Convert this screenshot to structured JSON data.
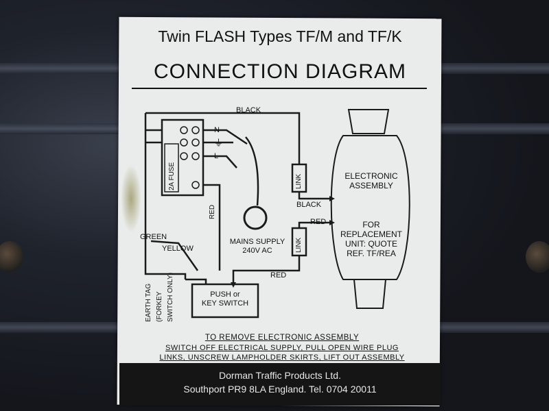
{
  "sheet": {
    "title": "Twin FLASH Types TF/M and TF/K",
    "heading": "CONNECTION DIAGRAM"
  },
  "diagram": {
    "terminals": {
      "n": "N",
      "earth": "⏚",
      "l": "L"
    },
    "fuse": "2A FUSE",
    "wires": {
      "black_top": "BLACK",
      "black_mid": "BLACK",
      "red_left": "RED",
      "red_mid": "RED",
      "red_bottom": "RED",
      "green": "GREEN",
      "yellow": "YELLOW"
    },
    "link_upper": "LINK",
    "link_lower": "LINK",
    "mains": [
      "MAINS SUPPLY",
      "240V AC"
    ],
    "switch": [
      "PUSH or",
      "KEY SWITCH"
    ],
    "earth_tag": [
      "EARTH TAG",
      "(FORKEY",
      "SWITCH ONLY)"
    ],
    "electronic_assembly": [
      "ELECTRONIC",
      "ASSEMBLY"
    ],
    "replacement": [
      "FOR",
      "REPLACEMENT",
      "UNIT: QUOTE",
      "REF. TF/REA"
    ]
  },
  "instructions": {
    "heading": "TO REMOVE ELECTRONIC ASSEMBLY",
    "line1": "SWITCH OFF ELECTRICAL SUPPLY, PULL OPEN WIRE PLUG",
    "line2": "LINKS, UNSCREW LAMPHOLDER SKIRTS, LIFT OUT ASSEMBLY"
  },
  "footer": {
    "company": "Dorman Traffic Products Ltd.",
    "address": "Southport PR9 8LA England. Tel. 0704 20011"
  }
}
